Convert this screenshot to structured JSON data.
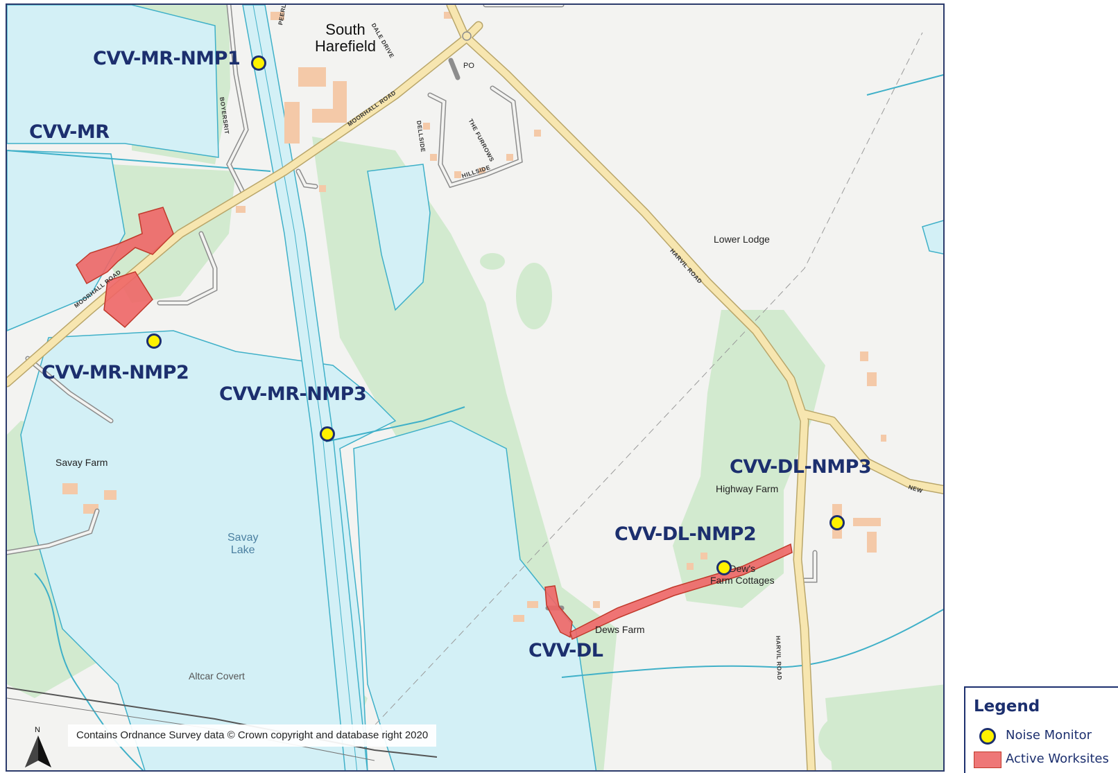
{
  "map": {
    "place_labels": {
      "south_harefield": "South\nHarefield",
      "po": "PO",
      "lower_lodge": "Lower Lodge",
      "savay_farm": "Savay Farm",
      "savay_lake": "Savay\nLake",
      "highway_farm": "Highway Farm",
      "dews_farm_cottages": "Dew's\nFarm Cottages",
      "dews_farm": "Dews Farm",
      "altcar_covert": "Altcar Covert"
    },
    "road_labels": {
      "moorhall_road_1": "MOORHALL ROAD",
      "moorhall_road_2": "MOORHALL ROAD",
      "harvil_road_1": "HARVIL ROAD",
      "harvil_road_2": "HARVIL ROAD",
      "dellside": "DELLSIDE",
      "the_furrows": "THE FURROWS",
      "hillside": "HILLSIDE",
      "boyersrit": "BOYERSRIT",
      "dale_drive": "DALE DRIVE",
      "peerless": "PEERLE",
      "new": "NEW"
    },
    "site_labels": {
      "mr_nmp1": "CVV-MR-NMP1",
      "mr": "CVV-MR",
      "mr_nmp2": "CVV-MR-NMP2",
      "mr_nmp3": "CVV-MR-NMP3",
      "dl_nmp3": "CVV-DL-NMP3",
      "dl_nmp2": "CVV-DL-NMP2",
      "dl": "CVV-DL"
    },
    "north_label": "N",
    "copyright": "Contains Ordnance Survey data © Crown copyright and database right 2020"
  },
  "legend": {
    "title": "Legend",
    "items": [
      {
        "label": "Noise Monitor",
        "symbol": "yellow-circle"
      },
      {
        "label": "Active Worksites",
        "symbol": "red-rectangle"
      }
    ]
  },
  "colors": {
    "water": "#d3f0f6",
    "woodland": "#cfe9cd",
    "road": "#f7e6b0",
    "buildings": "#f4c9a8",
    "worksite": "#ee6666",
    "monitor": "#fff200",
    "label": "#1c2f6e"
  }
}
